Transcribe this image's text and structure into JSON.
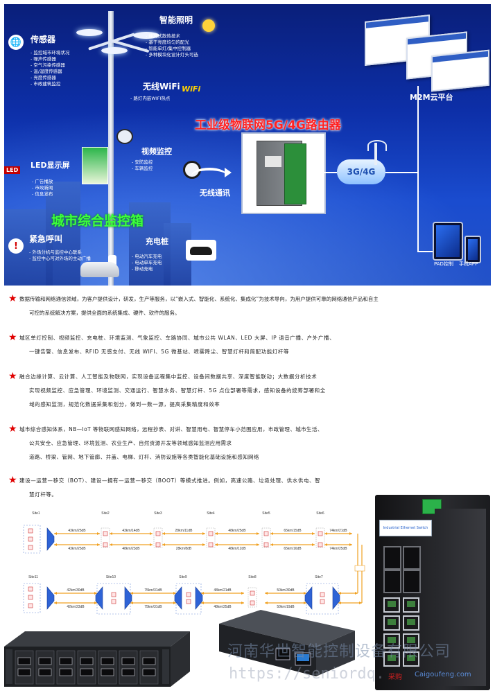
{
  "banner": {
    "sensor": {
      "title": "传感器",
      "items": [
        "监控城市环境状况",
        "噪声传感器",
        "空气污染传感器",
        "温/湿度传感器",
        "亮度传感器",
        "市政建筑监控"
      ]
    },
    "smart_lighting": {
      "title": "智能照明",
      "items": [
        "蜂窝式散热技术",
        "基于亮度均匀的配光",
        "智能单灯/集中控制器",
        "多种模块化设计灯头可选"
      ]
    },
    "wifi": {
      "title": "无线WiFi",
      "items": [
        "路灯内嵌WIFI热点"
      ],
      "logo_text": "WiFi"
    },
    "led_screen": {
      "title": "LED显示屏",
      "badge": "LED",
      "items": [
        "广告播放",
        "市政新闻",
        "信息发布"
      ]
    },
    "video": {
      "title": "视频监控",
      "items": [
        "安防监控",
        "车辆监控"
      ]
    },
    "emergency": {
      "title": "紧急呼叫",
      "items": [
        "外场分机与监控中心联系",
        "监控中心可对外场的主动广播"
      ]
    },
    "charging": {
      "title": "充电桩",
      "items": [
        "电动汽车充电",
        "电动单车充电",
        "移动充电"
      ]
    },
    "router_title": "工业级物联网5G/4G路由器",
    "wireless_label": "无线通讯",
    "cloud_label": "3G/4G",
    "m2m_label": "M2M云平台",
    "mega_title": "城市综合监控箱",
    "pad_label": "PAD控制",
    "phone_label": "手机APP"
  },
  "paragraphs": [
    {
      "lines": [
        "数据传输和网络通信领域，为客户提供设计，研发，生产等服务，以“嵌入式、智能化、系统化、集成化”为技术导向，为用户提供可靠的网络通信产品和自主",
        "可控的系统解决方案，提供全面的系统集成、硬件、软件的服务。"
      ]
    },
    {
      "lines": [
        "城区单灯控制、视频监控、充电桩、环境监测、气象监控、车路协同、城市公共 WLAN、LED 大屏、IP 语音广播、户外广播、",
        "一键告警、信息发布、RFID 无感支付、无线 WIFI、5G 微基站、喷雾降尘、智慧灯杆和简配功能灯杆等"
      ]
    },
    {
      "lines": [
        "融合边缘计算、云计算、人工智能及物联网，实现设备远程集中监控、设备间数据共享、深度智能联动；大数据分析技术",
        "实现视频监控、应急管理、环境监测、交通运行、智慧水务、智慧灯杆、5G 点位部署等需求，感知设备的统筹部署和全",
        "域的感知监测，规范化数据采集和划分，做到一数一源，提高采集精度和效率"
      ]
    },
    {
      "lines": [
        "城市综合感知体系，NB—IoT 等物联网感知网络，远程抄表、对讲、智慧用电、智慧停车小范围应用，市政管理、城市生活、",
        "公共安全、应急管理、环境监测、农业生产、自然资源开发等领域感知监测应用需求",
        "道路、桥梁、管网、地下管廊、井盖、电梯、灯杆、消防设施等各类智能化基础设施和感知网络"
      ]
    },
    {
      "lines": [
        "建设—运营—移交（BOT）、建设—拥有—运营—移交（BOOT）等模式推进。例如，高速公路、垃圾处理、供水供电、智",
        "慧灯杆等。"
      ]
    }
  ],
  "diagram": {
    "top_sites": [
      "Site1",
      "Site2",
      "Site3",
      "Site4",
      "Site5",
      "Site6"
    ],
    "top_links_upper": [
      "43km/25dB",
      "43km/14dB",
      "28km/11dB",
      "48km/25dB",
      "65km/15dB",
      "74km/21dB"
    ],
    "top_links_lower": [
      "43km/25dB",
      "48km/23dB",
      "28km/8dB",
      "48km/12dB",
      "65km/16dB",
      "74km/25dB"
    ],
    "bottom_sites": [
      "Site11",
      "Site10",
      "Site9",
      "Site8",
      "Site7"
    ],
    "bottom_links_upper": [
      "42km/30dB",
      "75km/31dB",
      "48km/21dB",
      "50km/30dB"
    ],
    "bottom_links_lower": [
      "42km/23dB",
      "75km/31dB",
      "48km/25dB",
      "50km/19dB"
    ]
  },
  "switch": {
    "header": "Industrial Ethernet Switch"
  },
  "watermark": {
    "company": "河南华世智能控制设备有限公司",
    "url": "https://seniordq.",
    "site": "采购",
    "domain": "Caigoufeng.com"
  },
  "colors": {
    "banner_bg": "#0d2fa8",
    "router_title": "#ff2222",
    "mega_title": "#3cff3c",
    "star": "#e00000"
  }
}
